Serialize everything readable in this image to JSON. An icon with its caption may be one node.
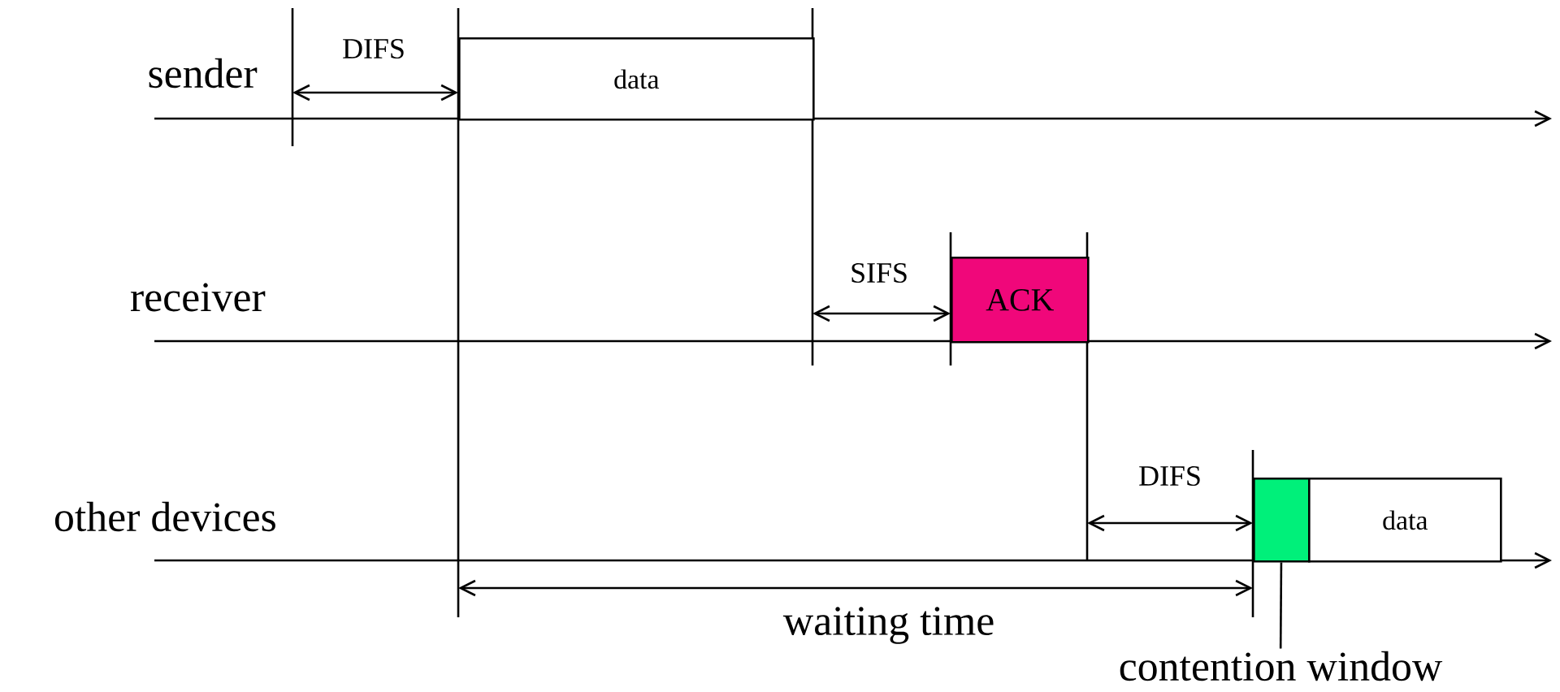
{
  "diagram": {
    "nodes": [
      {
        "text": [
          "data"
        ]
      },
      {
        "text": [
          "ACK"
        ]
      },
      {
        "text": [],
        "shape": "box"
      },
      {
        "text": [
          "data"
        ]
      },
      {
        "text": [
          "contention window"
        ]
      }
    ],
    "edges": [
      {
        "from": 4,
        "to": 2,
        "arrow": "none"
      }
    ],
    "labels": [
      "sender",
      "DIFS",
      "receiver",
      "SIFS",
      "other devices",
      "DIFS",
      "waiting time"
    ]
  }
}
